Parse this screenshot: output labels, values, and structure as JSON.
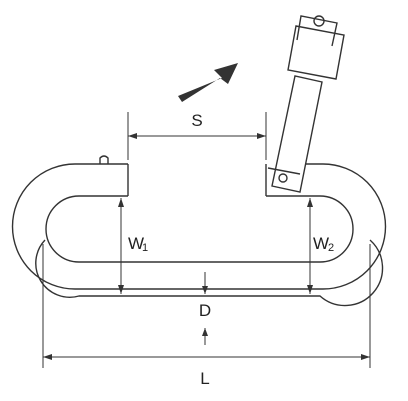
{
  "labels": {
    "S": "S",
    "W1_main": "W",
    "W1_sub": "1",
    "W2_main": "W",
    "W2_sub": "2",
    "D": "D",
    "L": "L"
  },
  "colors": {
    "line": "#333333",
    "arrow": "#222222",
    "background": "#ffffff"
  }
}
